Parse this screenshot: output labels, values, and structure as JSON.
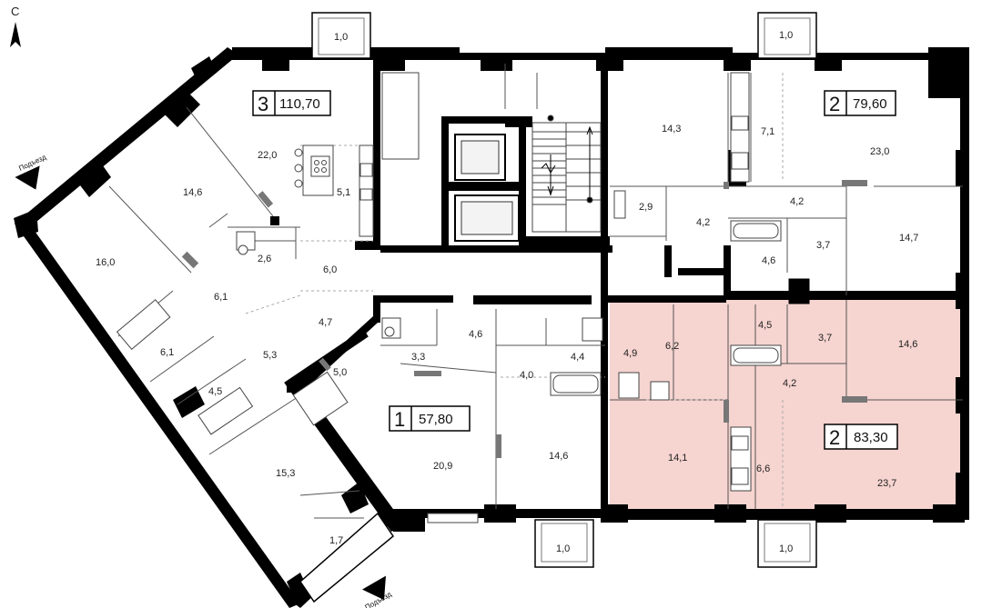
{
  "compass": {
    "label": "С"
  },
  "entrance_label": "Подъезд",
  "colors": {
    "highlight": "#f6d4d0",
    "wall": "#000000"
  },
  "apartments": [
    {
      "number": "3",
      "area": "110,70"
    },
    {
      "number": "2",
      "area": "79,60"
    },
    {
      "number": "1",
      "area": "57,80"
    },
    {
      "number": "2",
      "area": "83,30"
    }
  ],
  "balconies": [
    "1,0",
    "1,0",
    "1,0",
    "1,0",
    "1,7"
  ],
  "rooms": [
    "22,0",
    "14,6",
    "16,0",
    "5,1",
    "2,6",
    "6,0",
    "6,1",
    "6,1",
    "4,7",
    "5,3",
    "4,5",
    "15,3",
    "14,3",
    "7,1",
    "23,0",
    "2,9",
    "4,2",
    "4,2",
    "14,7",
    "3,7",
    "4,6",
    "4,6",
    "3,3",
    "5,0",
    "4,4",
    "4,0",
    "20,9",
    "14,6",
    "4,9",
    "6,2",
    "4,5",
    "3,7",
    "14,6",
    "4,2",
    "14,1",
    "6,6",
    "23,7"
  ],
  "icons": [
    "compass-arrow-icon",
    "entrance-arrow-icon",
    "elevator-icon",
    "wheelchair-icon",
    "stairs-icon"
  ]
}
